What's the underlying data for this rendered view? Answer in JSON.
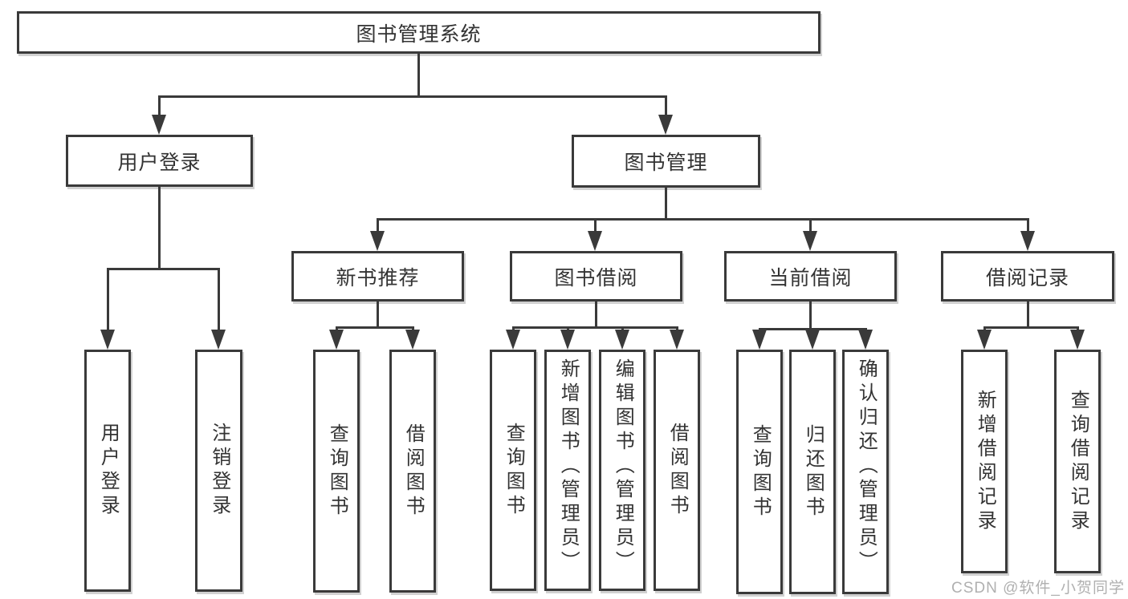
{
  "diagram": {
    "title": "图书管理系统",
    "colors": {
      "line": "#3a3a3a",
      "text": "#333333",
      "background": "#ffffff",
      "watermark": "#b0b0b0"
    },
    "root": {
      "label": "图书管理系统"
    },
    "branches": [
      {
        "label": "用户登录",
        "children": [
          {
            "label": "用户登录"
          },
          {
            "label": "注销登录"
          }
        ]
      },
      {
        "label": "图书管理",
        "children": [
          {
            "label": "新书推荐",
            "children": [
              {
                "label": "查询图书"
              },
              {
                "label": "借阅图书"
              }
            ]
          },
          {
            "label": "图书借阅",
            "children": [
              {
                "label": "查询图书"
              },
              {
                "label": "新增图书（管理员）"
              },
              {
                "label": "编辑图书（管理员）"
              },
              {
                "label": "借阅图书"
              }
            ]
          },
          {
            "label": "当前借阅",
            "children": [
              {
                "label": "查询图书"
              },
              {
                "label": "归还图书"
              },
              {
                "label": "确认归还（管理员）"
              }
            ]
          },
          {
            "label": "借阅记录",
            "children": [
              {
                "label": "新增借阅记录"
              },
              {
                "label": "查询借阅记录"
              }
            ]
          }
        ]
      }
    ],
    "watermark": "CSDN @软件_小贺同学"
  }
}
